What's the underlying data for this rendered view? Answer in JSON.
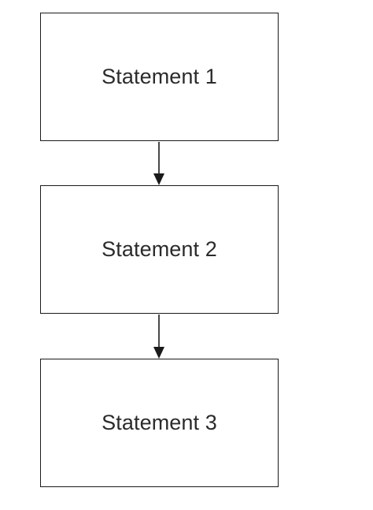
{
  "diagram": {
    "nodes": [
      {
        "label": "Statement 1"
      },
      {
        "label": "Statement 2"
      },
      {
        "label": "Statement 3"
      }
    ],
    "edges": [
      {
        "from": "Statement 1",
        "to": "Statement 2"
      },
      {
        "from": "Statement 2",
        "to": "Statement 3"
      }
    ],
    "colors": {
      "stroke": "#1a1a1a",
      "text": "#2b2b2b",
      "background": "#ffffff"
    }
  }
}
